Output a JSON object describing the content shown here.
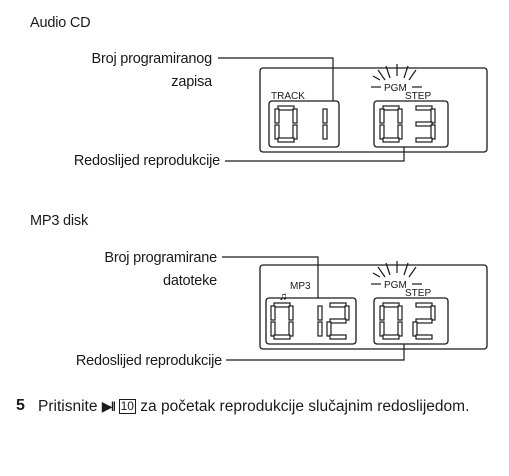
{
  "sections": [
    {
      "heading": "Audio CD",
      "number_label_line1": "Broj programiranog",
      "number_label_line2": "zapisa",
      "order_label": "Redoslijed reprodukcije",
      "display": {
        "left_indicator": "TRACK",
        "pgm_indicator": "PGM",
        "step_indicator": "STEP",
        "left_digits": "01",
        "right_digits": "03"
      }
    },
    {
      "heading": "MP3 disk",
      "number_label_line1": "Broj programirane",
      "number_label_line2": "datoteke",
      "order_label": "Redoslijed reprodukcije",
      "display": {
        "left_indicator": "MP3",
        "pgm_indicator": "PGM",
        "step_indicator": "STEP",
        "left_digits": "012",
        "right_digits": "02"
      }
    }
  ],
  "step": {
    "number": "5",
    "text_before": "Pritisnite",
    "button_icon": "play-pause-icon",
    "button_glyph": "▶II",
    "button_ref": "10",
    "text_after": "za početak reprodukcije slučajnim redoslijedom."
  }
}
